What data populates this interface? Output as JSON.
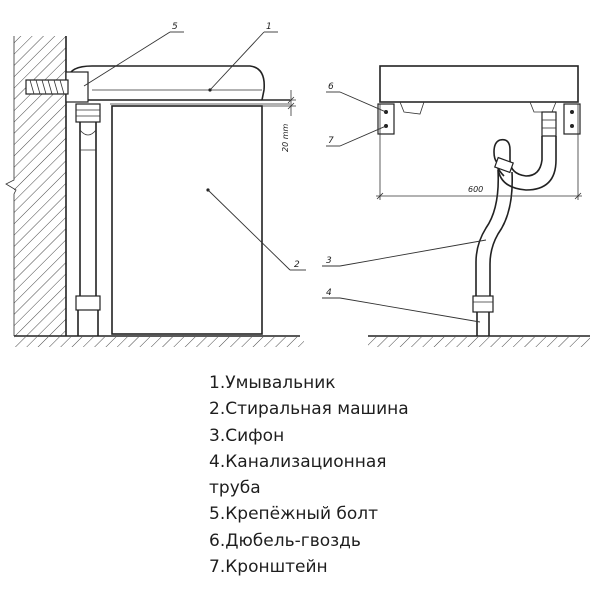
{
  "callouts": [
    "1",
    "2",
    "3",
    "4",
    "5",
    "6",
    "7"
  ],
  "dimensions": {
    "gap": "20 mm",
    "sink_width": "600"
  },
  "legend": [
    "1.Умывальник",
    "2.Стиральная машина",
    "3.Сифон",
    "4.Канализационная",
    "труба",
    "5.Крепёжный болт",
    "6.Дюбель-гвоздь",
    "7.Кронштейн"
  ]
}
